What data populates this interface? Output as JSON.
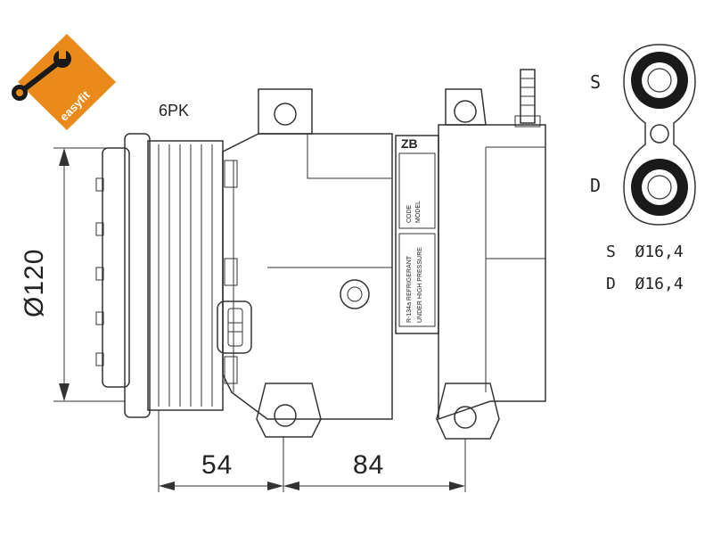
{
  "logo": {
    "text": "easyfit",
    "color": "#e98a1b"
  },
  "belt_label": "6PK",
  "diameter_label": "Ø120",
  "dimensions": {
    "left": "54",
    "right": "84"
  },
  "ports": {
    "suction_letter": "S",
    "discharge_letter": "D",
    "suction_spec": "S  Ø16,4",
    "discharge_spec": "D  Ø16,4"
  },
  "housing_label": {
    "tag": "ZB",
    "code_lines": [
      "CODE",
      "MODEL"
    ],
    "warning_lines": [
      "R-134a REFRIGERANT",
      "UNDER HIGH PRESSURE"
    ]
  }
}
